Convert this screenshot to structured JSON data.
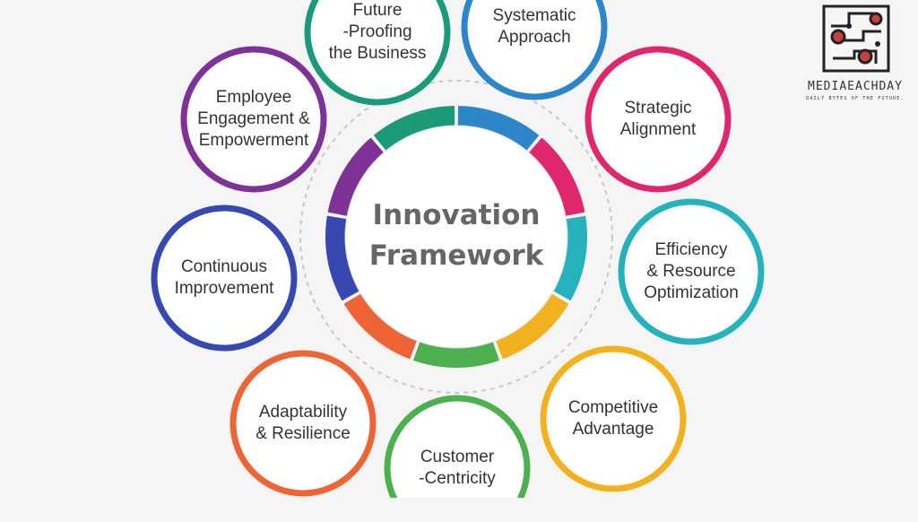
{
  "center": {
    "title": "Innovation\nFramework"
  },
  "nodes": [
    {
      "id": "future-proofing",
      "label": "Future\n-Proofing\nthe Business",
      "color": "#1a9a78"
    },
    {
      "id": "systematic-approach",
      "label": "Systematic\nApproach",
      "color": "#2c86c8"
    },
    {
      "id": "strategic-alignment",
      "label": "Strategic\nAlignment",
      "color": "#e0266d"
    },
    {
      "id": "efficiency",
      "label": "Efficiency\n& Resource\nOptimization",
      "color": "#26b2bd"
    },
    {
      "id": "competitive-advantage",
      "label": "Competitive\nAdvantage",
      "color": "#f2b21f"
    },
    {
      "id": "customer-centricity",
      "label": "Customer\n-Centricity",
      "color": "#4bb04d"
    },
    {
      "id": "adaptability",
      "label": "Adaptability\n& Resilience",
      "color": "#ee6434"
    },
    {
      "id": "continuous-improvement",
      "label": "Continuous\nImprovement",
      "color": "#3749b0"
    },
    {
      "id": "employee-engagement",
      "label": "Employee\nEngagement &\nEmpowerment",
      "color": "#7e3196"
    }
  ],
  "ring_segments": [
    {
      "color": "#2c86c8"
    },
    {
      "color": "#e0266d"
    },
    {
      "color": "#26b2bd"
    },
    {
      "color": "#f2b21f"
    },
    {
      "color": "#4bb04d"
    },
    {
      "color": "#ee6434"
    },
    {
      "color": "#3749b0"
    },
    {
      "color": "#7e3196"
    },
    {
      "color": "#1a9a78"
    }
  ],
  "logo": {
    "name": "MEDIAEACHDAY",
    "tagline": "DAILY BYTES OF THE FUTURE."
  }
}
